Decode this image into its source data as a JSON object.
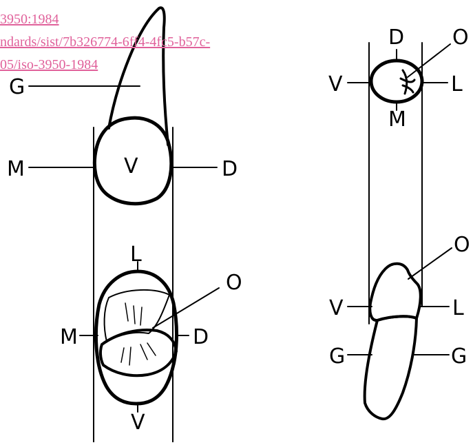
{
  "watermark": {
    "line1": "3950:1984",
    "line2": "ndards/sist/7b326774-6ff4-4fc5-b57c-",
    "line3": "05/iso-3950-1984"
  },
  "left_figure": {
    "top_view": {
      "label_gingival": "G",
      "label_mesial": "M",
      "label_vestibular": "V",
      "label_distal": "D"
    },
    "bottom_view": {
      "label_lingual": "L",
      "label_occlusal": "O",
      "label_mesial": "M",
      "label_distal": "D",
      "label_vestibular": "V"
    }
  },
  "right_figure": {
    "top_view": {
      "label_distal": "D",
      "label_occlusal": "O",
      "label_vestibular": "V",
      "label_lingual": "L",
      "label_mesial": "M"
    },
    "side_view": {
      "label_occlusal": "O",
      "label_vestibular": "V",
      "label_lingual": "L",
      "label_gingival_left": "G",
      "label_gingival_right": "G"
    }
  }
}
